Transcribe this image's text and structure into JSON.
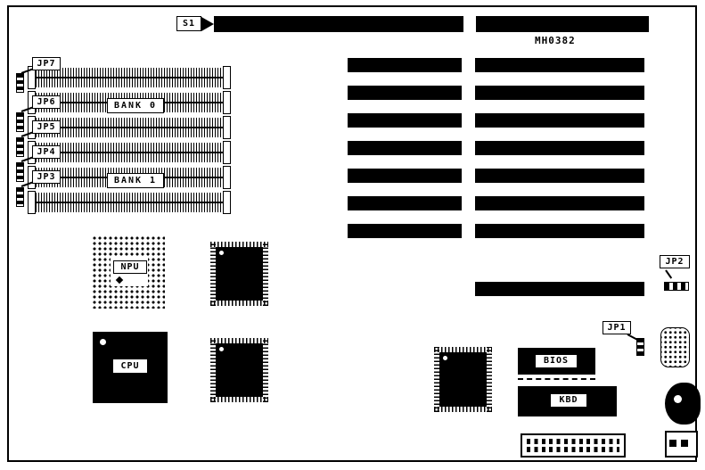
{
  "board": {
    "model": "MH0382",
    "s1": "S1",
    "banks": {
      "bank0": "BANK 0",
      "bank1": "BANK 1"
    },
    "memory_jumpers": [
      "JP7",
      "JP6",
      "JP5",
      "JP4",
      "JP3"
    ],
    "chips": {
      "npu": "NPU",
      "cpu": "CPU",
      "bios": "BIOS",
      "kbd": "KBD"
    },
    "jumpers": {
      "jp1": "JP1",
      "jp2": "JP2"
    }
  }
}
